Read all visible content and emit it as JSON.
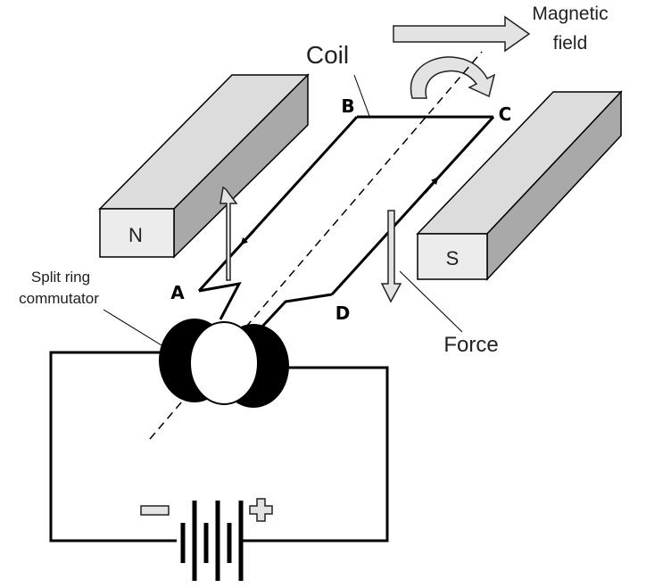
{
  "labels": {
    "magnetic_field_line1": "Magnetic",
    "magnetic_field_line2": "field",
    "coil": "Coil",
    "corner_a": "A",
    "corner_b": "B",
    "corner_c": "C",
    "corner_d": "D",
    "magnet_north": "N",
    "magnet_south": "S",
    "commutator_line1": "Split ring",
    "commutator_line2": "commutator",
    "force": "Force"
  },
  "colors": {
    "magnet_front": "#ececec",
    "magnet_top": "#dcdcdc",
    "magnet_side": "#a9a9a9",
    "arrow_fill": "#e3e3e3",
    "line": "#000000",
    "text": "#222222"
  }
}
